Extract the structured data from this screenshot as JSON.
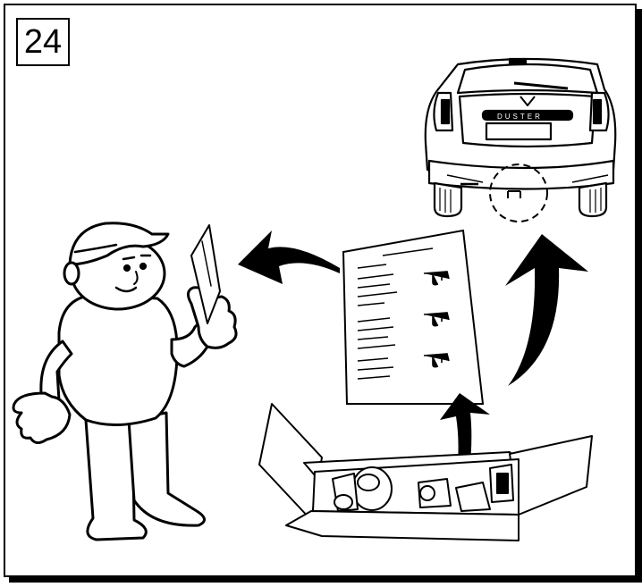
{
  "step": {
    "number": "24"
  },
  "car": {
    "badge_text": "DUSTER"
  },
  "colors": {
    "ink": "#000000",
    "paper": "#ffffff"
  },
  "icons": [
    "mechanic-figure",
    "instruction-sheet",
    "parts-box",
    "car-rear",
    "arrow"
  ]
}
